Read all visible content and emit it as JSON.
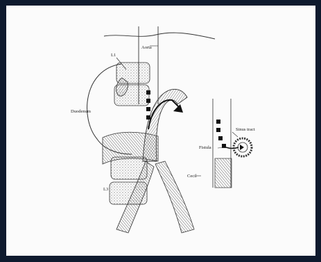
{
  "figure": {
    "labels": {
      "aorta": "Aorta",
      "l1": "L1",
      "duodenum": "Duodenum",
      "l3": "L3",
      "fistula": "Fistula",
      "cecil": "Cecil",
      "sinus_tract": "Sinus tract"
    }
  }
}
